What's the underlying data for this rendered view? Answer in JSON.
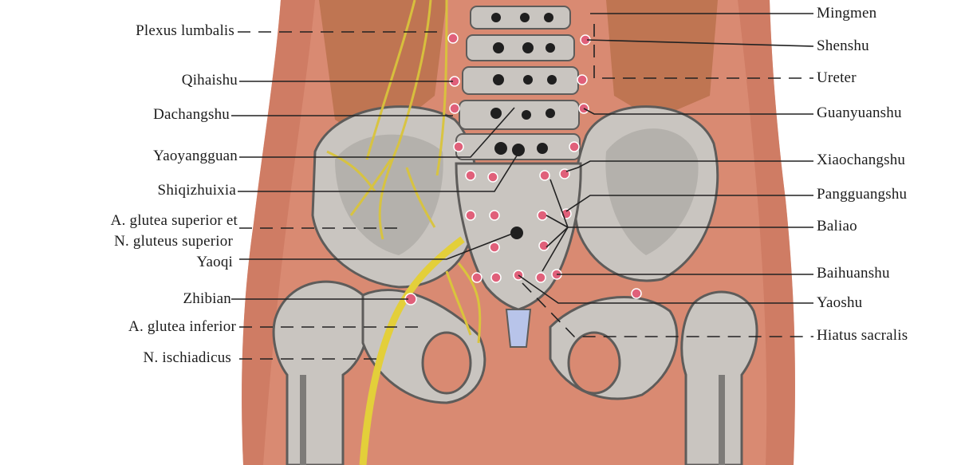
{
  "labels_left": [
    {
      "id": "plexus-lumbalis",
      "text": "Plexus lumbalis"
    },
    {
      "id": "qihaishu",
      "text": "Qihaishu"
    },
    {
      "id": "dachangshu",
      "text": "Dachangshu"
    },
    {
      "id": "yaoyangguan",
      "text": "Yaoyangguan"
    },
    {
      "id": "shiqizhuixia",
      "text": "Shiqizhuixia"
    },
    {
      "id": "a-glutea-superior-1",
      "text": "A. glutea superior et"
    },
    {
      "id": "a-glutea-superior-2",
      "text": "N. gluteus superior"
    },
    {
      "id": "yaoqi",
      "text": "Yaoqi"
    },
    {
      "id": "zhibian",
      "text": "Zhibian"
    },
    {
      "id": "a-glutea-inferior",
      "text": "A. glutea inferior"
    },
    {
      "id": "n-ischiadicus",
      "text": "N. ischiadicus"
    }
  ],
  "labels_right": [
    {
      "id": "mingmen",
      "text": "Mingmen"
    },
    {
      "id": "shenshu",
      "text": "Shenshu"
    },
    {
      "id": "ureter",
      "text": "Ureter"
    },
    {
      "id": "guanyuanshu",
      "text": "Guanyuanshu"
    },
    {
      "id": "xiaochangshu",
      "text": "Xiaochangshu"
    },
    {
      "id": "pangguangshu",
      "text": "Pangguangshu"
    },
    {
      "id": "baliao",
      "text": "Baliao"
    },
    {
      "id": "baihuanshu",
      "text": "Baihuanshu"
    },
    {
      "id": "yaoshu",
      "text": "Yaoshu"
    },
    {
      "id": "hiatus-sacralis",
      "text": "Hiatus sacralis"
    }
  ],
  "colors": {
    "skin": "#d98a72",
    "skin_dark": "#c8735c",
    "bone": "#c9c5c0",
    "bone_shadow": "#7d7b78",
    "nerve": "#d9c43c",
    "point": "#e0607a",
    "line": "#222222"
  }
}
